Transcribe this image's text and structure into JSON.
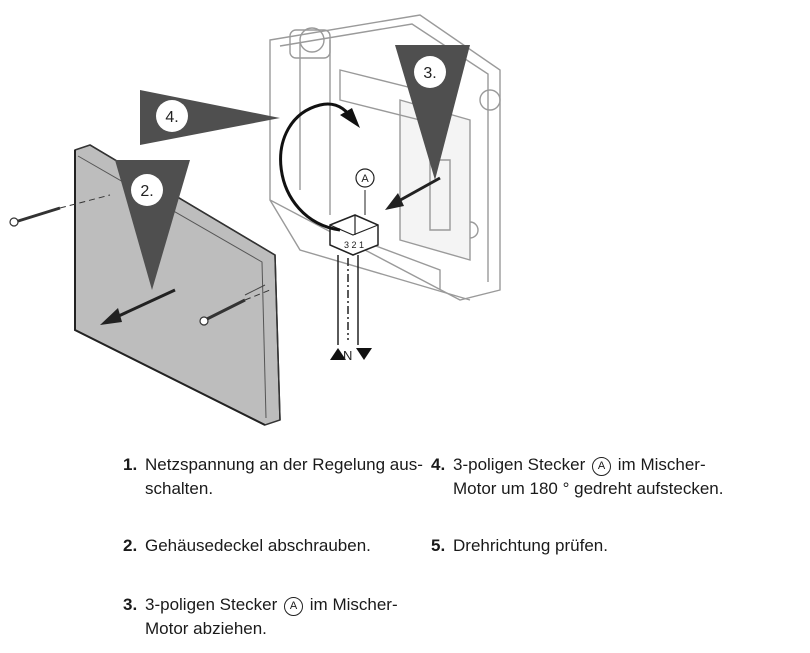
{
  "diagram": {
    "callouts": [
      {
        "id": "step-2",
        "label": "2."
      },
      {
        "id": "step-3",
        "label": "3."
      },
      {
        "id": "step-4",
        "label": "4."
      }
    ],
    "connector_label": "A",
    "terminal_numbers": "3 2 1",
    "wire_label": "N"
  },
  "steps": [
    {
      "number": "1.",
      "lines": [
        "Netzspannung an der Regelung aus-",
        "schalten."
      ]
    },
    {
      "number": "2.",
      "lines": [
        "Gehäusedeckel abschrauben."
      ]
    },
    {
      "number": "3.",
      "lines_pre": "3-poligen Stecker",
      "marker": "A",
      "lines_post": "im Mischer-",
      "line2": "Motor abziehen."
    },
    {
      "number": "4.",
      "lines_pre": "3-poligen Stecker",
      "marker": "A",
      "lines_post": "im Mischer-",
      "line2": "Motor um 180 ° gedreht aufstecken."
    },
    {
      "number": "5.",
      "lines": [
        "Drehrichtung prüfen."
      ]
    }
  ]
}
